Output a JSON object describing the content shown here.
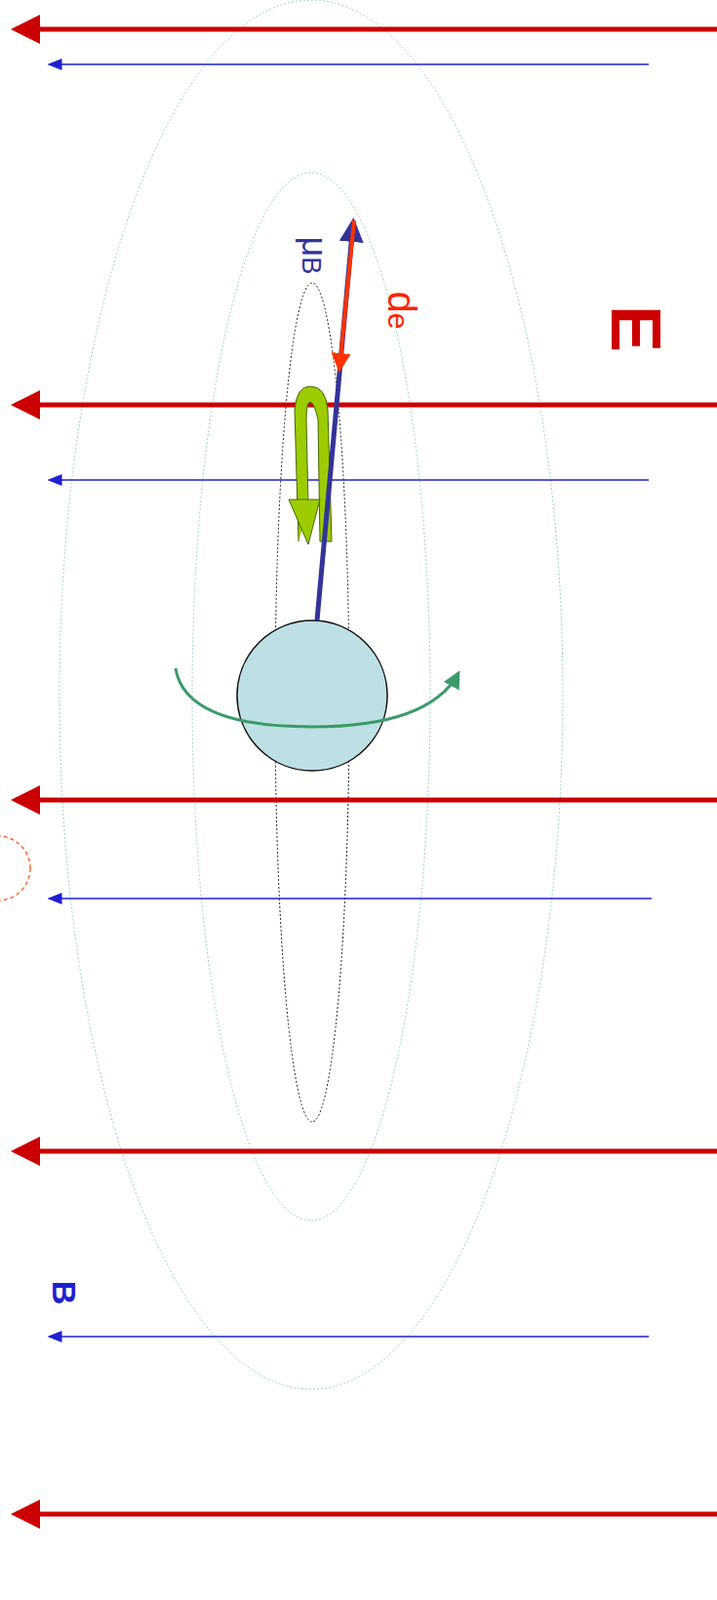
{
  "diagram": {
    "labels": [
      "μB",
      "de",
      "E",
      "B"
    ]
  }
}
